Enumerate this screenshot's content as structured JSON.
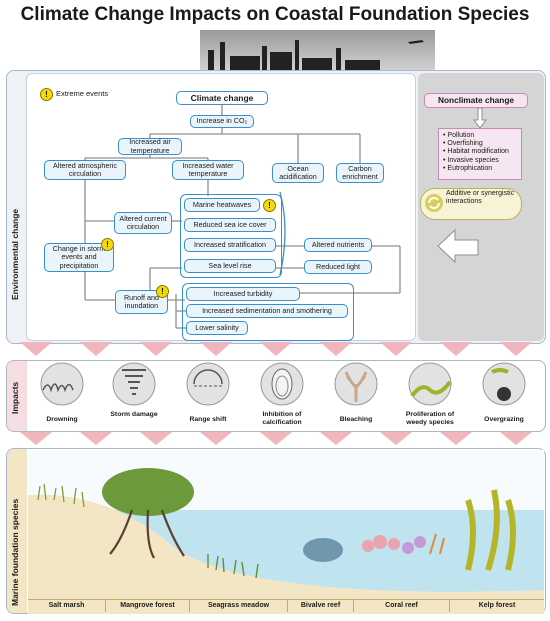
{
  "title": "Climate Change Impacts on Coastal Foundation Species",
  "panels": {
    "environmental_change": "Environmental change",
    "impacts": "Impacts",
    "marine_foundation_species": "Marine foundation species"
  },
  "legend": {
    "extreme_events": "Extreme events",
    "warn_symbol": "!"
  },
  "flow": {
    "climate_change": "Climate change",
    "increase_co2": "Increase in CO₂",
    "increased_air_temperature": "Increased air temperature",
    "altered_atmospheric_circulation": "Altered atmospheric circulation",
    "increased_water_temperature": "Increased water temperature",
    "ocean_acidification": "Ocean acidification",
    "carbon_enrichment": "Carbon enrichment",
    "marine_heatwaves": "Marine heatwaves",
    "altered_current_circulation": "Altered current circulation",
    "reduced_sea_ice_cover": "Reduced sea ice cover",
    "increased_stratification": "Increased stratification",
    "altered_nutrients": "Altered nutrients",
    "change_in_storm_events": "Change in storm events and precipitation",
    "sea_level_rise": "Sea level rise",
    "reduced_light": "Reduced light",
    "runoff_and_inundation": "Runoff and inundation",
    "increased_turbidity": "Increased turbidity",
    "increased_sedimentation": "Increased sedimentation and smothering",
    "lower_salinity": "Lower salinity"
  },
  "nonclimate": {
    "title": "Nonclimate change",
    "items": [
      "• Pollution",
      "• Overfishing",
      "• Habitat modification",
      "• Invasive species",
      "• Eutrophication"
    ],
    "interactions": "Additive or synergistic interactions"
  },
  "impacts": [
    {
      "label": "Drowning",
      "icon": "drowning-icon"
    },
    {
      "label": "Storm damage",
      "icon": "storm-icon"
    },
    {
      "label": "Range shift",
      "icon": "range-shift-icon"
    },
    {
      "label": "Inhibition of calcification",
      "icon": "shell-icon"
    },
    {
      "label": "Bleaching",
      "icon": "coral-icon"
    },
    {
      "label": "Proliferation of weedy species",
      "icon": "seaweed-icon"
    },
    {
      "label": "Overgrazing",
      "icon": "urchin-icon"
    }
  ],
  "habitats": [
    "Salt marsh",
    "Mangrove forest",
    "Seagrass meadow",
    "Bivalve reef",
    "Coral reef",
    "Kelp forest"
  ],
  "colors": {
    "accent_blue": "#3a8fc9",
    "box_fill": "#eaf4fb",
    "pink": "#e8a0a8",
    "sand": "#f3e6c4",
    "water": "#bfe3ef"
  }
}
